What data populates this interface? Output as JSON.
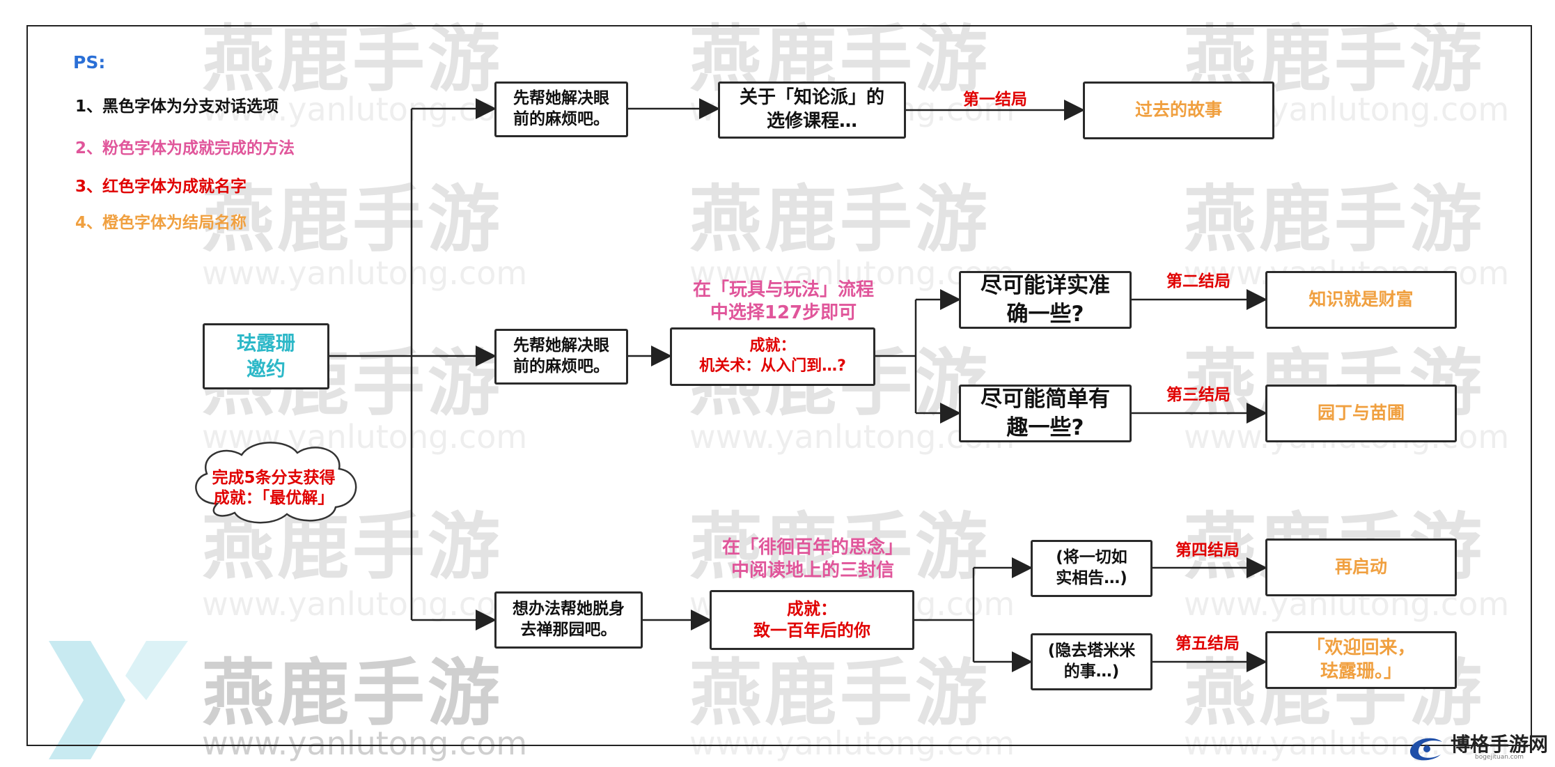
{
  "watermark": {
    "text": "燕鹿手游",
    "url": "www.yanlutong.com"
  },
  "legend": {
    "title": "PS:",
    "items": [
      {
        "text": "1、黑色字体为分支对话选项",
        "color": "#111111"
      },
      {
        "text": "2、粉色字体为成就完成的方法",
        "color": "#e0559a"
      },
      {
        "text": "3、红色字体为成就名字",
        "color": "#e00000"
      },
      {
        "text": "4、橙色字体为结局名称",
        "color": "#f0a040"
      }
    ]
  },
  "nodes": {
    "root": "珐露珊\n邀约",
    "cloud": "完成5条分支获得\n成就：「最优解」",
    "branch1": "先帮她解决眼\n前的麻烦吧。",
    "branch1_next": "关于「知论派」的\n选修课程…",
    "ending1_label": "第一结局",
    "ending1": "过去的故事",
    "branch2": "先帮她解决眼\n前的麻烦吧。",
    "branch2_method": "在「玩具与玩法」流程\n中选择127步即可",
    "branch2_achieve": "成就：\n机关术：从入门到…?",
    "branch2_opt_a": "尽可能详实准\n确一些?",
    "branch2_opt_b": "尽可能简单有\n趣一些?",
    "ending2_label": "第二结局",
    "ending2": "知识就是财富",
    "ending3_label": "第三结局",
    "ending3": "园丁与苗圃",
    "branch3": "想办法帮她脱身\n去禅那园吧。",
    "branch3_method": "在「徘徊百年的思念」\n中阅读地上的三封信",
    "branch3_achieve": "成就：\n致一百年后的你",
    "branch3_opt_a": "(将一切如\n实相告…)",
    "branch3_opt_b": "(隐去塔米米\n的事…)",
    "ending4_label": "第四结局",
    "ending4": "再启动",
    "ending5_label": "第五结局",
    "ending5": "「欢迎回来，\n珐露珊。」"
  },
  "footer": {
    "brand": "博格手游网",
    "site": "bogejituan.com"
  }
}
